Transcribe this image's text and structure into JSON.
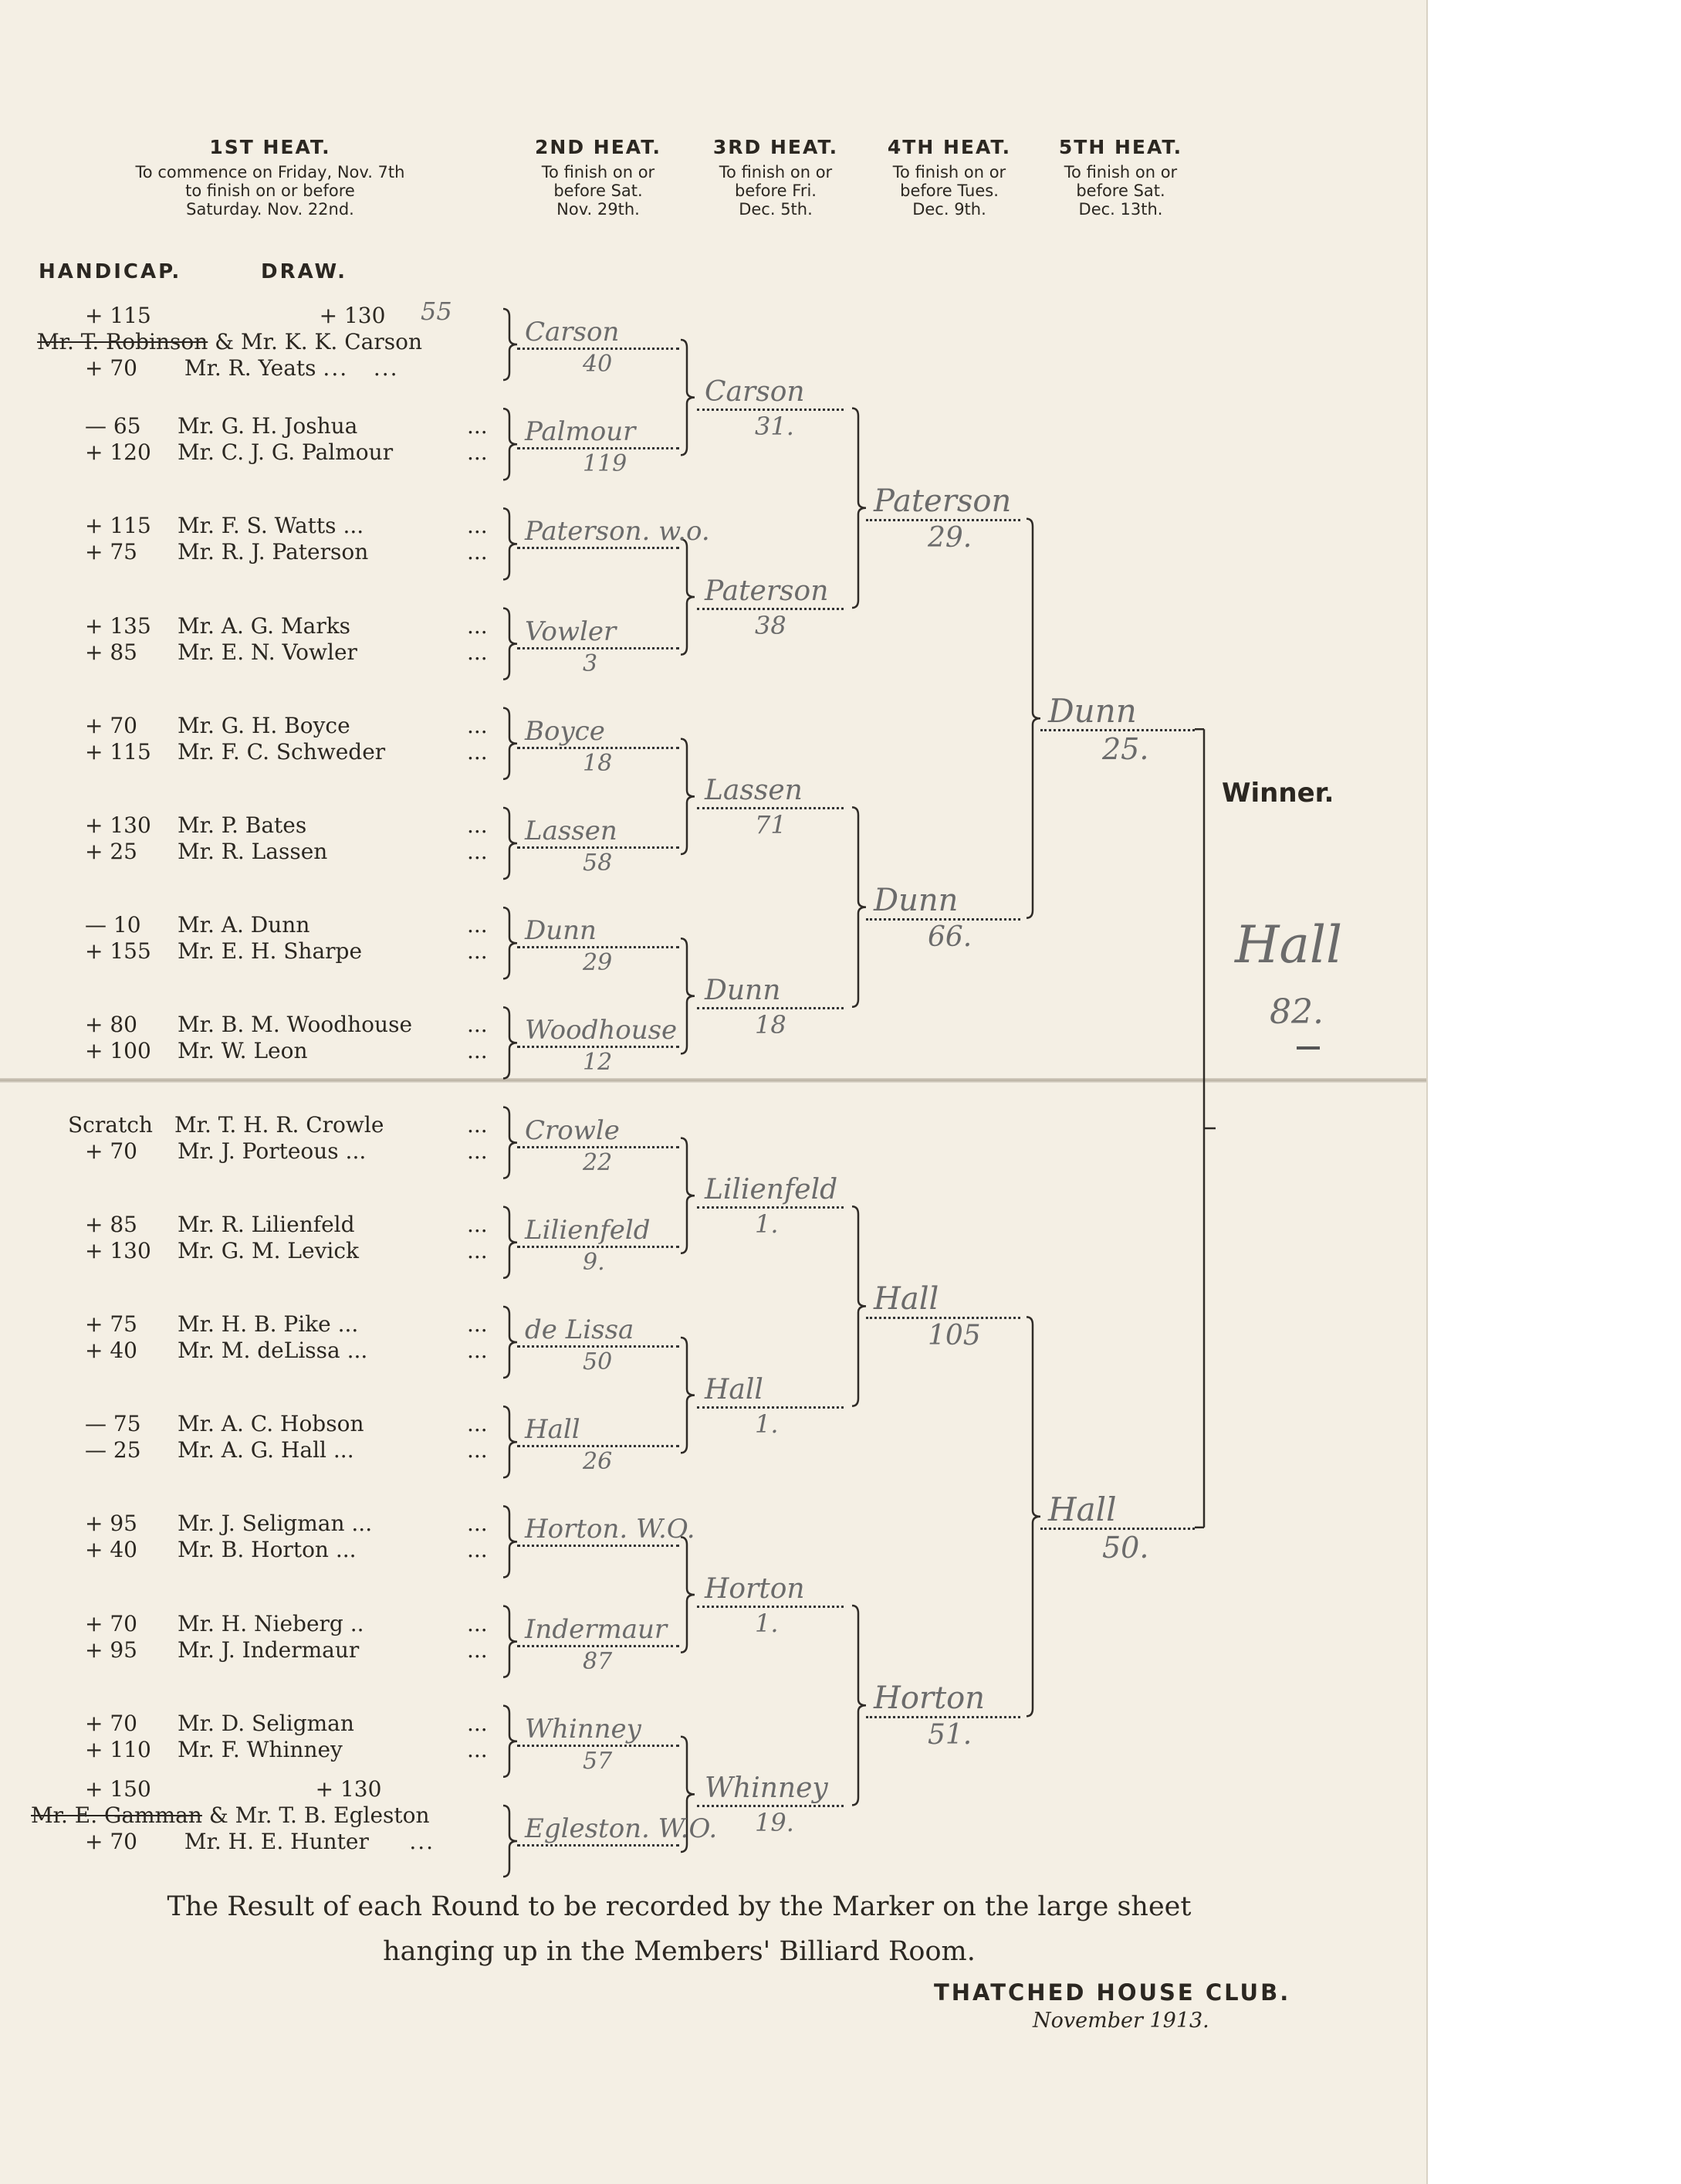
{
  "headers": [
    {
      "title": "1ST HEAT.",
      "sub": "To commence on Friday, Nov. 7th\nto finish on or before\nSaturday. Nov. 22nd."
    },
    {
      "title": "2ND HEAT.",
      "sub": "To finish on or\nbefore Sat.\nNov. 29th."
    },
    {
      "title": "3RD HEAT.",
      "sub": "To finish on or\nbefore Fri.\nDec. 5th."
    },
    {
      "title": "4TH HEAT.",
      "sub": "To finish on or\nbefore Tues.\nDec. 9th."
    },
    {
      "title": "5TH HEAT.",
      "sub": "To finish on or\nbefore Sat.\nDec. 13th."
    }
  ],
  "columns": {
    "handicap": "HANDICAP.",
    "draw": "DRAW."
  },
  "pair1": {
    "top_h1": "+ 115",
    "top_h2": "+ 130",
    "top_note": "55",
    "struck_name": "Mr. T. Robinson",
    "joined_name": "& Mr. K. K. Carson",
    "bottom_h": "+  70",
    "bottom_name": "Mr. R. Yeats"
  },
  "entries": [
    {
      "h": "— 65",
      "n": "Mr. G. H. Joshua"
    },
    {
      "h": "+ 120",
      "n": "Mr. C. J. G. Palmour"
    },
    {
      "h": "+ 115",
      "n": "Mr. F. S. Watts ..."
    },
    {
      "h": "+  75",
      "n": "Mr. R. J. Paterson"
    },
    {
      "h": "+ 135",
      "n": "Mr. A. G. Marks"
    },
    {
      "h": "+  85",
      "n": "Mr. E. N. Vowler"
    },
    {
      "h": "+  70",
      "n": "Mr. G. H. Boyce"
    },
    {
      "h": "+ 115",
      "n": "Mr. F. C. Schweder"
    },
    {
      "h": "+ 130",
      "n": "Mr. P. Bates"
    },
    {
      "h": "+  25",
      "n": "Mr. R. Lassen"
    },
    {
      "h": "—  10",
      "n": "Mr. A. Dunn"
    },
    {
      "h": "+ 155",
      "n": "Mr. E. H. Sharpe"
    },
    {
      "h": "+  80",
      "n": "Mr. B. M. Woodhouse"
    },
    {
      "h": "+ 100",
      "n": "Mr. W. Leon"
    },
    {
      "h": "Scratch",
      "n": "Mr. T. H. R. Crowle"
    },
    {
      "h": "+  70",
      "n": "Mr. J. Porteous ..."
    },
    {
      "h": "+  85",
      "n": "Mr. R. Lilienfeld"
    },
    {
      "h": "+ 130",
      "n": "Mr. G. M. Levick"
    },
    {
      "h": "+  75",
      "n": "Mr. H. B. Pike ..."
    },
    {
      "h": "+  40",
      "n": "Mr. M. deLissa ..."
    },
    {
      "h": "—  75",
      "n": "Mr. A. C. Hobson"
    },
    {
      "h": "—  25",
      "n": "Mr. A. G. Hall ..."
    },
    {
      "h": "+  95",
      "n": "Mr. J. Seligman ..."
    },
    {
      "h": "+  40",
      "n": "Mr. B. Horton ..."
    },
    {
      "h": "+  70",
      "n": "Mr. H. Nieberg .."
    },
    {
      "h": "+  95",
      "n": "Mr. J. Indermaur"
    },
    {
      "h": "+  70",
      "n": "Mr. D. Seligman"
    },
    {
      "h": "+ 110",
      "n": "Mr. F. Whinney"
    }
  ],
  "pair16": {
    "top_h1": "+ 150",
    "top_h2": "+ 130",
    "struck_name": "Mr. E. Gamman",
    "joined_name": "& Mr. T. B. Egleston",
    "bottom_h": "+  70",
    "bottom_name": "Mr. H. E. Hunter"
  },
  "round2": [
    {
      "name": "Carson",
      "score": "40"
    },
    {
      "name": "Palmour",
      "score": "119"
    },
    {
      "name": "Paterson. w.o.",
      "score": ""
    },
    {
      "name": "Vowler",
      "score": "3"
    },
    {
      "name": "Boyce",
      "score": "18"
    },
    {
      "name": "Lassen",
      "score": "58"
    },
    {
      "name": "Dunn",
      "score": "29"
    },
    {
      "name": "Woodhouse",
      "score": "12"
    },
    {
      "name": "Crowle",
      "score": "22"
    },
    {
      "name": "Lilienfeld",
      "score": "9."
    },
    {
      "name": "de Lissa",
      "score": "50"
    },
    {
      "name": "Hall",
      "score": "26"
    },
    {
      "name": "Horton. W.O.",
      "score": ""
    },
    {
      "name": "Indermaur",
      "score": "87"
    },
    {
      "name": "Whinney",
      "score": "57"
    },
    {
      "name": "Egleston. W.O.",
      "score": ""
    }
  ],
  "round3": [
    {
      "name": "Carson",
      "score": "31."
    },
    {
      "name": "Paterson",
      "score": "38"
    },
    {
      "name": "Lassen",
      "score": "71"
    },
    {
      "name": "Dunn",
      "score": "18"
    },
    {
      "name": "Lilienfeld",
      "score": "1."
    },
    {
      "name": "Hall",
      "score": "1."
    },
    {
      "name": "Horton",
      "score": "1."
    },
    {
      "name": "Whinney",
      "score": "19."
    }
  ],
  "round4": [
    {
      "name": "Paterson",
      "score": "29."
    },
    {
      "name": "Dunn",
      "score": "66."
    },
    {
      "name": "Hall",
      "score": "105"
    },
    {
      "name": "Horton",
      "score": "51."
    }
  ],
  "round5": [
    {
      "name": "Dunn",
      "score": "25."
    },
    {
      "name": "Hall",
      "score": "50."
    }
  ],
  "winner": {
    "label": "Winner.",
    "name": "Hall",
    "score": "82."
  },
  "footer": {
    "line1": "The Result of each Round to be recorded by the Marker on the large sheet",
    "line2": "hanging up in the Members' Billiard Room.",
    "club": "THATCHED HOUSE CLUB.",
    "date": "November 1913."
  }
}
